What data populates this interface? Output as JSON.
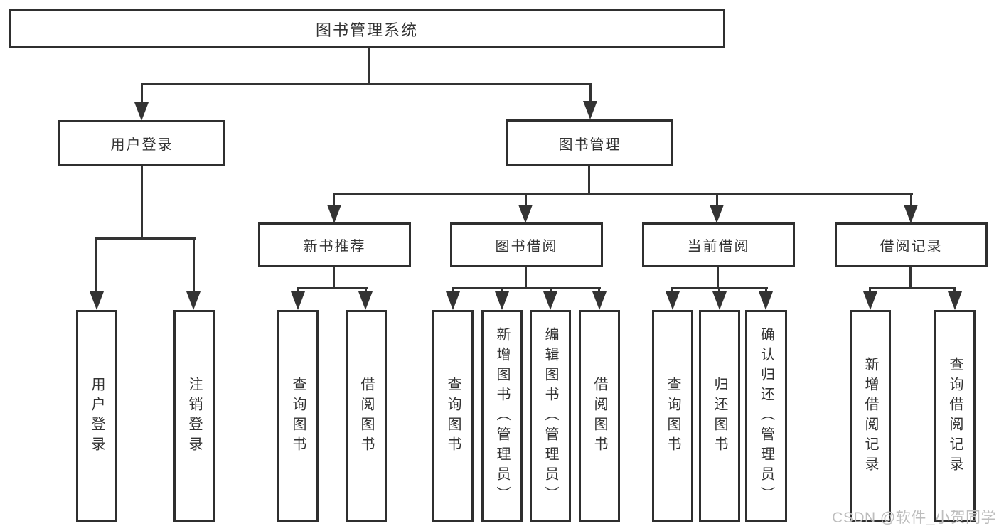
{
  "diagram_title": "图书管理系统",
  "nodes": {
    "root": "图书管理系统",
    "user_login": "用户登录",
    "book_mgmt": "图书管理",
    "new_book": "新书推荐",
    "book_borrow": "图书借阅",
    "current_borrow": "当前借阅",
    "borrow_record": "借阅记录",
    "leaf_user_login": "用户登录",
    "leaf_logout": "注销登录",
    "leaf_query_book_1": "查询图书",
    "leaf_borrow_book_1": "借阅图书",
    "leaf_query_book_2": "查询图书",
    "leaf_add_book": "新增图书（管理员）",
    "leaf_edit_book": "编辑图书（管理员）",
    "leaf_borrow_book_2": "借阅图书",
    "leaf_query_book_3": "查询图书",
    "leaf_return_book": "归还图书",
    "leaf_confirm_return": "确认归还（管理员）",
    "leaf_add_record": "新增借阅记录",
    "leaf_query_record": "查询借阅记录"
  },
  "hierarchy": {
    "图书管理系统": {
      "用户登录": [
        "用户登录",
        "注销登录"
      ],
      "图书管理": {
        "新书推荐": [
          "查询图书",
          "借阅图书"
        ],
        "图书借阅": [
          "查询图书",
          "新增图书（管理员）",
          "编辑图书（管理员）",
          "借阅图书"
        ],
        "当前借阅": [
          "查询图书",
          "归还图书",
          "确认归还（管理员）"
        ],
        "借阅记录": [
          "新增借阅记录",
          "查询借阅记录"
        ]
      }
    }
  },
  "watermark": "CSDN @软件_小贺同学",
  "colors": {
    "line": "#333333",
    "box_border": "#2f2f2f",
    "text": "#333333",
    "background": "#ffffff",
    "watermark": "#bdbdbd"
  }
}
